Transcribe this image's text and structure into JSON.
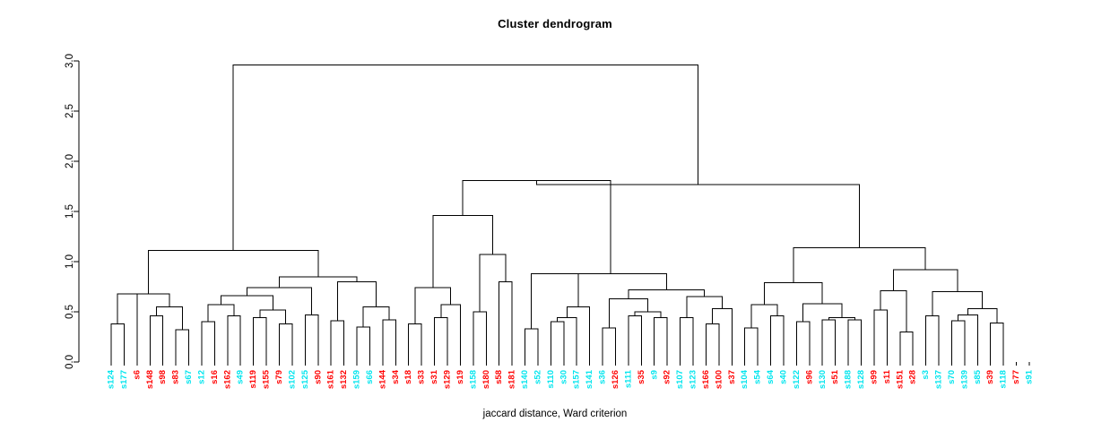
{
  "title": "Cluster dendrogram",
  "xlabel": "jaccard distance, Ward criterion",
  "colors": {
    "cyan": "#00e5ee",
    "red": "#ff0000",
    "line": "#000000"
  },
  "chart_data": {
    "type": "dendrogram",
    "title": "Cluster dendrogram",
    "xlabel": "jaccard distance, Ward criterion",
    "ylabel": "",
    "ylim": [
      0.0,
      3.0
    ],
    "yticks": [
      "0.0",
      "0.5",
      "1.0",
      "1.5",
      "2.0",
      "2.5",
      "3.0"
    ],
    "ytick_values": [
      0.0,
      0.5,
      1.0,
      1.5,
      2.0,
      2.5,
      3.0
    ],
    "grid": false,
    "legend": false,
    "n_leaves": 73,
    "leaves": [
      {
        "label": "s124",
        "color": "cyan"
      },
      {
        "label": "s177",
        "color": "cyan"
      },
      {
        "label": "s6",
        "color": "red"
      },
      {
        "label": "s148",
        "color": "red"
      },
      {
        "label": "s98",
        "color": "red"
      },
      {
        "label": "s83",
        "color": "red"
      },
      {
        "label": "s67",
        "color": "cyan"
      },
      {
        "label": "s12",
        "color": "cyan"
      },
      {
        "label": "s16",
        "color": "red"
      },
      {
        "label": "s162",
        "color": "red"
      },
      {
        "label": "s49",
        "color": "cyan"
      },
      {
        "label": "s119",
        "color": "red"
      },
      {
        "label": "s155",
        "color": "red"
      },
      {
        "label": "s79",
        "color": "red"
      },
      {
        "label": "s102",
        "color": "cyan"
      },
      {
        "label": "s125",
        "color": "cyan"
      },
      {
        "label": "s90",
        "color": "red"
      },
      {
        "label": "s161",
        "color": "red"
      },
      {
        "label": "s132",
        "color": "red"
      },
      {
        "label": "s159",
        "color": "cyan"
      },
      {
        "label": "s66",
        "color": "cyan"
      },
      {
        "label": "s144",
        "color": "red"
      },
      {
        "label": "s34",
        "color": "red"
      },
      {
        "label": "s18",
        "color": "red"
      },
      {
        "label": "s33",
        "color": "red"
      },
      {
        "label": "s31",
        "color": "red"
      },
      {
        "label": "s129",
        "color": "red"
      },
      {
        "label": "s19",
        "color": "red"
      },
      {
        "label": "s158",
        "color": "cyan"
      },
      {
        "label": "s180",
        "color": "red"
      },
      {
        "label": "s58",
        "color": "red"
      },
      {
        "label": "s181",
        "color": "red"
      },
      {
        "label": "s140",
        "color": "cyan"
      },
      {
        "label": "s52",
        "color": "cyan"
      },
      {
        "label": "s110",
        "color": "cyan"
      },
      {
        "label": "s30",
        "color": "cyan"
      },
      {
        "label": "s157",
        "color": "cyan"
      },
      {
        "label": "s141",
        "color": "cyan"
      },
      {
        "label": "s36",
        "color": "cyan"
      },
      {
        "label": "s126",
        "color": "red"
      },
      {
        "label": "s111",
        "color": "cyan"
      },
      {
        "label": "s35",
        "color": "red"
      },
      {
        "label": "s9",
        "color": "cyan"
      },
      {
        "label": "s92",
        "color": "red"
      },
      {
        "label": "s107",
        "color": "cyan"
      },
      {
        "label": "s123",
        "color": "cyan"
      },
      {
        "label": "s166",
        "color": "red"
      },
      {
        "label": "s100",
        "color": "red"
      },
      {
        "label": "s37",
        "color": "red"
      },
      {
        "label": "s104",
        "color": "cyan"
      },
      {
        "label": "s54",
        "color": "cyan"
      },
      {
        "label": "s64",
        "color": "cyan"
      },
      {
        "label": "s40",
        "color": "cyan"
      },
      {
        "label": "s122",
        "color": "cyan"
      },
      {
        "label": "s96",
        "color": "red"
      },
      {
        "label": "s130",
        "color": "cyan"
      },
      {
        "label": "s51",
        "color": "red"
      },
      {
        "label": "s188",
        "color": "cyan"
      },
      {
        "label": "s128",
        "color": "cyan"
      },
      {
        "label": "s99",
        "color": "red"
      },
      {
        "label": "s11",
        "color": "red"
      },
      {
        "label": "s151",
        "color": "red"
      },
      {
        "label": "s28",
        "color": "red"
      },
      {
        "label": "s3",
        "color": "cyan"
      },
      {
        "label": "s137",
        "color": "cyan"
      },
      {
        "label": "s70",
        "color": "cyan"
      },
      {
        "label": "s139",
        "color": "cyan"
      },
      {
        "label": "s85",
        "color": "cyan"
      },
      {
        "label": "s39",
        "color": "red"
      },
      {
        "label": "s118",
        "color": "cyan"
      },
      {
        "label": "s77",
        "color": "red"
      },
      {
        "label": "s91",
        "color": "cyan"
      }
    ],
    "merges": [
      {
        "id": "m1",
        "a": {
          "leaf": 0
        },
        "b": {
          "leaf": 1
        },
        "height": 0.38
      },
      {
        "id": "m2",
        "a": {
          "leaf": 2
        },
        "b": {
          "node": "m1"
        },
        "height": 0.68
      },
      {
        "id": "m3",
        "a": {
          "leaf": 3
        },
        "b": {
          "leaf": 4
        },
        "height": 0.46
      },
      {
        "id": "m4",
        "a": {
          "leaf": 5
        },
        "b": {
          "leaf": 6
        },
        "height": 0.32
      },
      {
        "id": "m5",
        "a": {
          "node": "m3"
        },
        "b": {
          "node": "m4"
        },
        "height": 0.55
      },
      {
        "id": "m6",
        "a": {
          "node": "m2"
        },
        "b": {
          "node": "m5"
        },
        "height": 0.68
      },
      {
        "id": "m7",
        "a": {
          "leaf": 7
        },
        "b": {
          "leaf": 8
        },
        "height": 0.4
      },
      {
        "id": "m8",
        "a": {
          "leaf": 9
        },
        "b": {
          "leaf": 10
        },
        "height": 0.46
      },
      {
        "id": "m9",
        "a": {
          "node": "m7"
        },
        "b": {
          "node": "m8"
        },
        "height": 0.57
      },
      {
        "id": "m10",
        "a": {
          "leaf": 11
        },
        "b": {
          "leaf": 12
        },
        "height": 0.44
      },
      {
        "id": "m11",
        "a": {
          "leaf": 13
        },
        "b": {
          "leaf": 14
        },
        "height": 0.38
      },
      {
        "id": "m12",
        "a": {
          "node": "m10"
        },
        "b": {
          "node": "m11"
        },
        "height": 0.52
      },
      {
        "id": "m13",
        "a": {
          "node": "m9"
        },
        "b": {
          "node": "m12"
        },
        "height": 0.66
      },
      {
        "id": "m14",
        "a": {
          "leaf": 15
        },
        "b": {
          "leaf": 16
        },
        "height": 0.47
      },
      {
        "id": "m15",
        "a": {
          "node": "m13"
        },
        "b": {
          "node": "m14"
        },
        "height": 0.74
      },
      {
        "id": "m16",
        "a": {
          "leaf": 17
        },
        "b": {
          "leaf": 18
        },
        "height": 0.41
      },
      {
        "id": "m17",
        "a": {
          "leaf": 19
        },
        "b": {
          "leaf": 20
        },
        "height": 0.35
      },
      {
        "id": "m18",
        "a": {
          "leaf": 21
        },
        "b": {
          "leaf": 22
        },
        "height": 0.42
      },
      {
        "id": "m19",
        "a": {
          "node": "m17"
        },
        "b": {
          "node": "m18"
        },
        "height": 0.55
      },
      {
        "id": "m20",
        "a": {
          "node": "m16"
        },
        "b": {
          "node": "m19"
        },
        "height": 0.8
      },
      {
        "id": "m21",
        "a": {
          "node": "m15"
        },
        "b": {
          "node": "m20"
        },
        "height": 0.85
      },
      {
        "id": "m22",
        "a": {
          "node": "m6"
        },
        "b": {
          "node": "m21"
        },
        "height": 1.11
      },
      {
        "id": "m23",
        "a": {
          "leaf": 23
        },
        "b": {
          "leaf": 24
        },
        "height": 0.38
      },
      {
        "id": "m24",
        "a": {
          "leaf": 25
        },
        "b": {
          "leaf": 26
        },
        "height": 0.44
      },
      {
        "id": "m25",
        "a": {
          "leaf": 27
        },
        "b": {
          "node": "m24"
        },
        "height": 0.57
      },
      {
        "id": "m26",
        "a": {
          "node": "m23"
        },
        "b": {
          "node": "m25"
        },
        "height": 0.74
      },
      {
        "id": "m27",
        "a": {
          "leaf": 28
        },
        "b": {
          "leaf": 29
        },
        "height": 0.5
      },
      {
        "id": "m28",
        "a": {
          "leaf": 30
        },
        "b": {
          "leaf": 31
        },
        "height": 0.8
      },
      {
        "id": "m29",
        "a": {
          "node": "m27"
        },
        "b": {
          "node": "m28"
        },
        "height": 1.07
      },
      {
        "id": "m30",
        "a": {
          "node": "m26"
        },
        "b": {
          "node": "m29"
        },
        "height": 1.46
      },
      {
        "id": "m31",
        "a": {
          "leaf": 32
        },
        "b": {
          "leaf": 33
        },
        "height": 0.33
      },
      {
        "id": "m32",
        "a": {
          "leaf": 34
        },
        "b": {
          "leaf": 35
        },
        "height": 0.4
      },
      {
        "id": "m33",
        "a": {
          "node": "m32"
        },
        "b": {
          "leaf": 36
        },
        "height": 0.44
      },
      {
        "id": "m34",
        "a": {
          "node": "m33"
        },
        "b": {
          "leaf": 37
        },
        "height": 0.55
      },
      {
        "id": "m35",
        "a": {
          "node": "m31"
        },
        "b": {
          "node": "m34"
        },
        "height": 0.88
      },
      {
        "id": "m36",
        "a": {
          "leaf": 38
        },
        "b": {
          "leaf": 39
        },
        "height": 0.34
      },
      {
        "id": "m37",
        "a": {
          "leaf": 40
        },
        "b": {
          "leaf": 41
        },
        "height": 0.46
      },
      {
        "id": "m38",
        "a": {
          "leaf": 42
        },
        "b": {
          "leaf": 43
        },
        "height": 0.44
      },
      {
        "id": "m39",
        "a": {
          "node": "m37"
        },
        "b": {
          "node": "m38"
        },
        "height": 0.5
      },
      {
        "id": "m40",
        "a": {
          "node": "m36"
        },
        "b": {
          "node": "m39"
        },
        "height": 0.63
      },
      {
        "id": "m41",
        "a": {
          "leaf": 44
        },
        "b": {
          "leaf": 45
        },
        "height": 0.44
      },
      {
        "id": "m42",
        "a": {
          "leaf": 46
        },
        "b": {
          "leaf": 47
        },
        "height": 0.38
      },
      {
        "id": "m43",
        "a": {
          "node": "m42"
        },
        "b": {
          "leaf": 48
        },
        "height": 0.53
      },
      {
        "id": "m44",
        "a": {
          "node": "m41"
        },
        "b": {
          "node": "m43"
        },
        "height": 0.65
      },
      {
        "id": "m45",
        "a": {
          "node": "m40"
        },
        "b": {
          "node": "m44"
        },
        "height": 0.72
      },
      {
        "id": "m46",
        "a": {
          "node": "m35"
        },
        "b": {
          "node": "m45"
        },
        "height": 0.88
      },
      {
        "id": "m47",
        "a": {
          "node": "m30"
        },
        "b": {
          "node": "m46"
        },
        "height": 1.81
      },
      {
        "id": "m48",
        "a": {
          "leaf": 49
        },
        "b": {
          "leaf": 50
        },
        "height": 0.34
      },
      {
        "id": "m49",
        "a": {
          "leaf": 51
        },
        "b": {
          "leaf": 52
        },
        "height": 0.46
      },
      {
        "id": "m50",
        "a": {
          "node": "m48"
        },
        "b": {
          "node": "m49"
        },
        "height": 0.57
      },
      {
        "id": "m51",
        "a": {
          "leaf": 53
        },
        "b": {
          "leaf": 54
        },
        "height": 0.4
      },
      {
        "id": "m52",
        "a": {
          "leaf": 55
        },
        "b": {
          "leaf": 56
        },
        "height": 0.42
      },
      {
        "id": "m53",
        "a": {
          "leaf": 57
        },
        "b": {
          "leaf": 58
        },
        "height": 0.42
      },
      {
        "id": "m54",
        "a": {
          "node": "m52"
        },
        "b": {
          "node": "m53"
        },
        "height": 0.44
      },
      {
        "id": "m55",
        "a": {
          "node": "m51"
        },
        "b": {
          "node": "m54"
        },
        "height": 0.58
      },
      {
        "id": "m56",
        "a": {
          "node": "m50"
        },
        "b": {
          "node": "m55"
        },
        "height": 0.79
      },
      {
        "id": "m57",
        "a": {
          "leaf": 59
        },
        "b": {
          "leaf": 60
        },
        "height": 0.52
      },
      {
        "id": "m58",
        "a": {
          "leaf": 61
        },
        "b": {
          "leaf": 62
        },
        "height": 0.3
      },
      {
        "id": "m59",
        "a": {
          "node": "m57"
        },
        "b": {
          "node": "m58"
        },
        "height": 0.71
      },
      {
        "id": "m60",
        "a": {
          "leaf": 63
        },
        "b": {
          "leaf": 64
        },
        "height": 0.46
      },
      {
        "id": "m61",
        "a": {
          "leaf": 65
        },
        "b": {
          "leaf": 66
        },
        "height": 0.41
      },
      {
        "id": "m62",
        "a": {
          "node": "m61"
        },
        "b": {
          "leaf": 67
        },
        "height": 0.47
      },
      {
        "id": "m63",
        "a": {
          "leaf": 68
        },
        "b": {
          "leaf": 69
        },
        "height": 0.39
      },
      {
        "id": "m64",
        "a": {
          "node": "m62"
        },
        "b": {
          "node": "m63"
        },
        "height": 0.53
      },
      {
        "id": "m65",
        "a": {
          "node": "m60"
        },
        "b": {
          "node": "m64"
        },
        "height": 0.7
      },
      {
        "id": "m66",
        "a": {
          "node": "m59"
        },
        "b": {
          "node": "m65"
        },
        "height": 0.92
      },
      {
        "id": "m67",
        "a": {
          "node": "m56"
        },
        "b": {
          "node": "m66"
        },
        "height": 1.14
      },
      {
        "id": "m68",
        "a": {
          "node": "m47"
        },
        "b": {
          "node": "m67"
        },
        "height": 1.77
      },
      {
        "id": "m69",
        "a": {
          "node": "m22"
        },
        "b": {
          "node": "m68"
        },
        "height": 2.96
      }
    ]
  }
}
